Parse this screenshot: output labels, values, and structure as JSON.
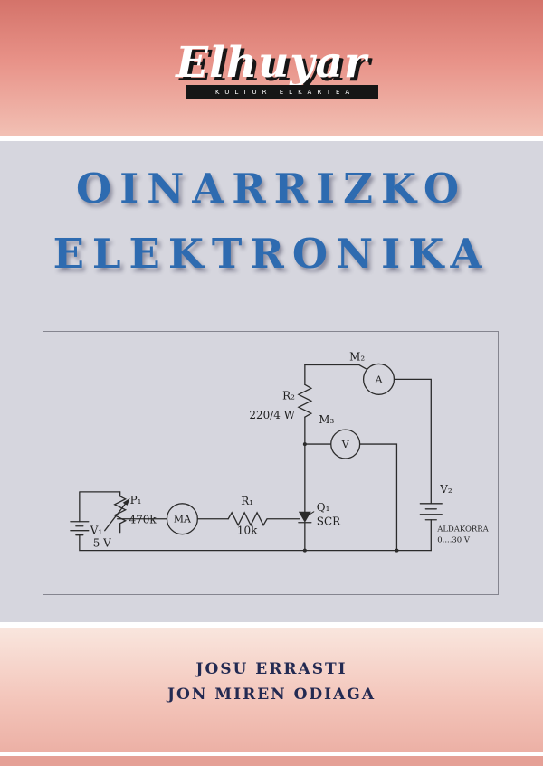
{
  "publisher": {
    "logo_text": "Elhuyar",
    "tagline": "KULTUR ELKARTEA"
  },
  "title": {
    "line1": "OINARRIZKO",
    "line2": "ELEKTRONIKA"
  },
  "authors": {
    "line1": "JOSU ERRASTI",
    "line2": "JON MIREN ODIAGA"
  },
  "colors": {
    "title_blue": "#2e6bb0",
    "author_navy": "#232a52",
    "top_band_dark": "#d4736a",
    "top_band_light": "#f2c0b4",
    "panel_gray": "#d6d6de",
    "bottom_band_light": "#f9e6de",
    "bottom_band_dark": "#ecb0a5",
    "bottom_strip": "#e5a096",
    "logo_black": "#161616"
  },
  "circuit": {
    "v1_label": "V₁",
    "v1_value": "5 V",
    "p1_label": "P₁",
    "p1_value": "470k",
    "ma_label": "MA",
    "r1_label": "R₁",
    "r1_value": "10k",
    "q1_label": "Q₁",
    "q1_type": "SCR",
    "r2_label": "R₂",
    "r2_value": "220/4 W",
    "m2_label": "M₂",
    "m2_unit": "A",
    "m3_label": "M₃",
    "m3_unit": "V",
    "v2_label": "V₂",
    "v2_name": "ALDAKORRA",
    "v2_range": "0....30 V"
  }
}
